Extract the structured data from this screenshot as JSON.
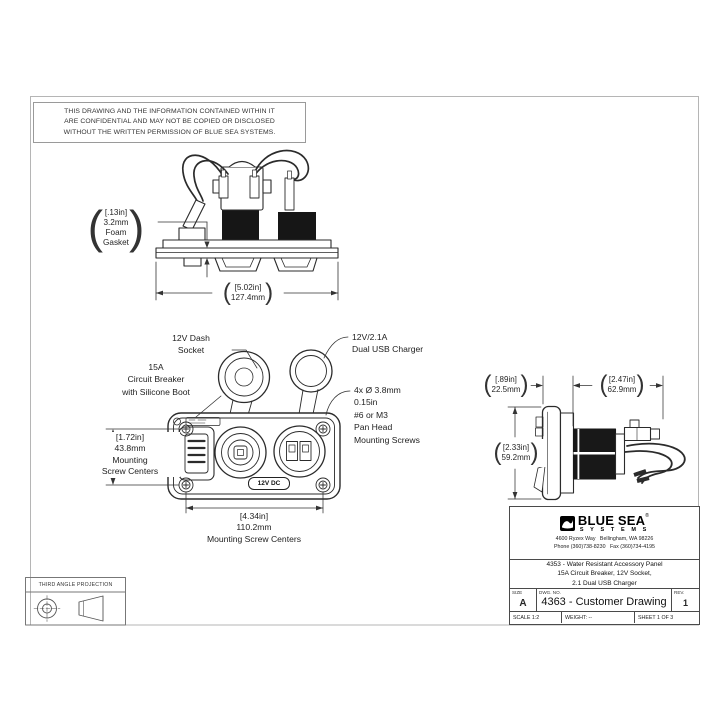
{
  "colors": {
    "ink": "#2b2b2b",
    "paper": "#ffffff"
  },
  "symbols": {
    "paren_open": "(",
    "paren_close": ")"
  },
  "notices": {
    "confidential_l1": "THIS DRAWING AND THE INFORMATION CONTAINED WITHIN IT",
    "confidential_l2": "ARE CONFIDENTIAL AND MAY NOT BE COPIED OR DISCLOSED",
    "confidential_l3": "WITHOUT THE WRITTEN PERMISSION OF BLUE SEA SYSTEMS."
  },
  "projection": {
    "label": "THIRD ANGLE PROJECTION"
  },
  "top_view": {
    "gasket_l1": "[.13in]",
    "gasket_l2": "3.2mm",
    "gasket_l3": "Foam",
    "gasket_l4": "Gasket",
    "width_l1": "[5.02in]",
    "width_l2": "127.4mm"
  },
  "front_view": {
    "socket_l1": "12V Dash",
    "socket_l2": "Socket",
    "breaker_l1": "15A",
    "breaker_l2": "Circuit Breaker",
    "breaker_l3": "with Silicone Boot",
    "usb_l1": "12V/2.1A",
    "usb_l2": "Dual USB Charger",
    "screws_l1": "4x Ø 3.8mm",
    "screws_l2": "0.15in",
    "screws_l3": "#6 or M3",
    "screws_l4": "Pan Head",
    "screws_l5": "Mounting Screws",
    "vdim_l1": "[1.72in]",
    "vdim_l2": "43.8mm",
    "vdim_l3": "Mounting",
    "vdim_l4": "Screw Centers",
    "hdim_l1": "[4.34in]",
    "hdim_l2": "110.2mm",
    "hdim_l3": "Mounting Screw Centers",
    "badge": "12V DC"
  },
  "side_view": {
    "depth1_l1": "[.89in]",
    "depth1_l2": "22.5mm",
    "depth2_l1": "[2.47in]",
    "depth2_l2": "62.9mm",
    "height_l1": "[2.33in]",
    "height_l2": "59.2mm"
  },
  "title_block": {
    "brand_name": "BLUE SEA",
    "brand_reg": "®",
    "brand_sub": "S Y S T E M S",
    "address": "4600 Ryzex Way   Bellingham, WA 98226",
    "contact": "Phone (360)738-8230   Fax (360)734-4195",
    "desc_l1": "4353 - Water Resistant Accessory Panel",
    "desc_l2": "15A Circuit Breaker, 12V Socket,",
    "desc_l3": "2.1 Dual USB Charger",
    "size_label": "SIZE",
    "size_value": "A",
    "dwg_label": "DWG. NO.",
    "dwg_value": "4363 - Customer Drawing",
    "rev_label": "REV.",
    "rev_value": "1",
    "scale": "SCALE 1:2",
    "weight": "WEIGHT: --",
    "sheet": "SHEET 1 OF 3"
  }
}
